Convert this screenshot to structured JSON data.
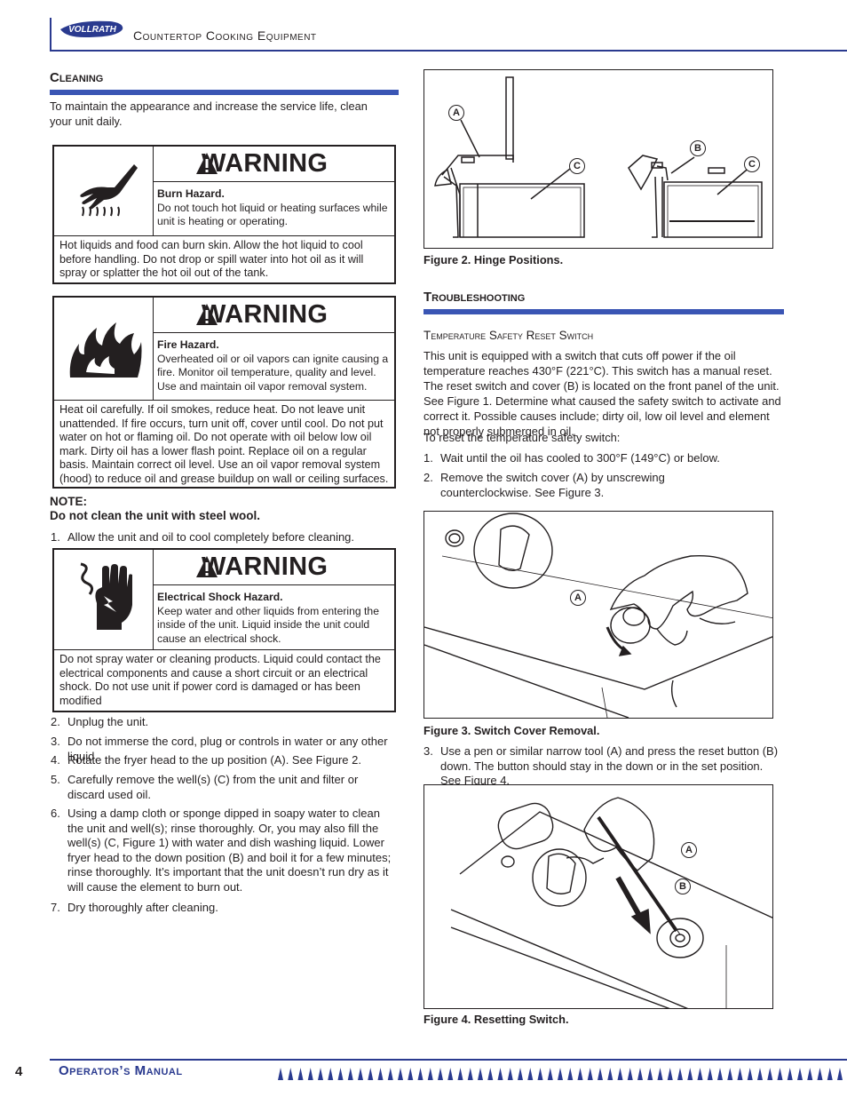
{
  "header": {
    "brand": "VOLLRATH",
    "title": "Countertop Cooking Equipment"
  },
  "cleaning": {
    "heading": "Cleaning",
    "intro": "To maintain the appearance and increase the service life, clean your unit daily."
  },
  "warnings": [
    {
      "title": "WARNING",
      "icon": "burn-hazard-icon",
      "hazard_title": "Burn Hazard.",
      "hazard_text": "Do not touch hot liquid or heating surfaces while unit is heating or operating.",
      "body": "Hot liquids and food can burn skin. Allow the hot liquid to cool before handling. Do not drop or spill water into hot oil as it will spray or splatter the hot oil out of the tank."
    },
    {
      "title": "WARNING",
      "icon": "fire-hazard-icon",
      "hazard_title": "Fire Hazard.",
      "hazard_text": "Overheated oil or oil vapors can ignite causing a fire. Monitor oil temperature, quality and level. Use and maintain oil vapor removal system.",
      "body": "Heat oil carefully. If oil smokes, reduce heat. Do not leave unit unattended. If fire occurs, turn unit off, cover until cool. Do not put water on hot or flaming oil. Do not operate with oil below low oil mark. Dirty oil has a lower flash point. Replace oil on a regular basis. Maintain correct oil level. Use an oil vapor removal system (hood) to reduce oil and grease buildup on wall or ceiling surfaces."
    },
    {
      "title": "WARNING",
      "icon": "electrical-shock-icon",
      "hazard_title": "Electrical Shock Hazard.",
      "hazard_text": "Keep water and other liquids from entering the inside of the unit. Liquid inside the unit could cause an electrical shock.",
      "body": "Do not spray water or cleaning products. Liquid could contact the electrical components and cause a short circuit or an electrical shock. Do not use unit if power cord is damaged or has been modified"
    }
  ],
  "note": {
    "label": "NOTE:",
    "text": "Do not clean the unit with steel wool."
  },
  "cleaning_steps": [
    {
      "num": "1.",
      "text": "Allow the unit and oil to cool completely before cleaning."
    },
    {
      "num": "2.",
      "text": "Unplug the unit."
    },
    {
      "num": "3.",
      "text": "Do not immerse the cord, plug or controls in water or any other liquid."
    },
    {
      "num": "4.",
      "text": "Rotate the fryer head to the up position (A). See Figure 2."
    },
    {
      "num": "5.",
      "text": "Carefully remove the well(s) (C) from the unit and filter or discard used oil."
    },
    {
      "num": "6.",
      "text": "Using a damp cloth or sponge dipped in soapy water to clean the unit and well(s); rinse thoroughly. Or, you may also fill the well(s) (C, Figure 1) with water and dish washing liquid. Lower fryer head to the down position (B) and boil it for a few minutes; rinse thoroughly. It’s important that the unit doesn’t run dry as it will cause the element to burn out."
    },
    {
      "num": "7.",
      "text": "Dry thoroughly after cleaning."
    }
  ],
  "figures": {
    "fig2_caption": "Figure 2. Hinge Positions.",
    "fig3_caption": "Figure 3. Switch Cover Removal.",
    "fig4_caption": "Figure 4. Resetting Switch.",
    "labels": {
      "a": "A",
      "b": "B",
      "c": "C"
    }
  },
  "troubleshooting": {
    "heading": "Troubleshooting",
    "subheading": "Temperature Safety Reset Switch",
    "intro": "This unit is equipped with a switch that cuts off power if the oil temperature reaches 430°F (221°C). This switch has a manual reset. The reset switch and cover (B) is located on the front panel of the unit. See Figure 1. Determine what caused the safety switch to activate and correct it. Possible causes include; dirty oil, low oil level and element not properly submerged in oil.",
    "reset_intro": "To reset the temperature safety switch:",
    "steps": [
      {
        "num": "1.",
        "text": "Wait until the oil has cooled to 300°F (149°C) or below."
      },
      {
        "num": "2.",
        "text": "Remove the switch cover (A) by unscrewing counterclockwise. See Figure 3."
      },
      {
        "num": "3.",
        "text": "Use a pen or similar narrow tool (A) and press the reset button (B) down. The button should stay in the down or in the set position. See Figure 4."
      }
    ]
  },
  "footer": {
    "page_number": "4",
    "title": "Operator’s Manual"
  },
  "colors": {
    "accent_blue": "#3a55b4",
    "rule_blue": "#2a3a8f",
    "text": "#231f20"
  }
}
